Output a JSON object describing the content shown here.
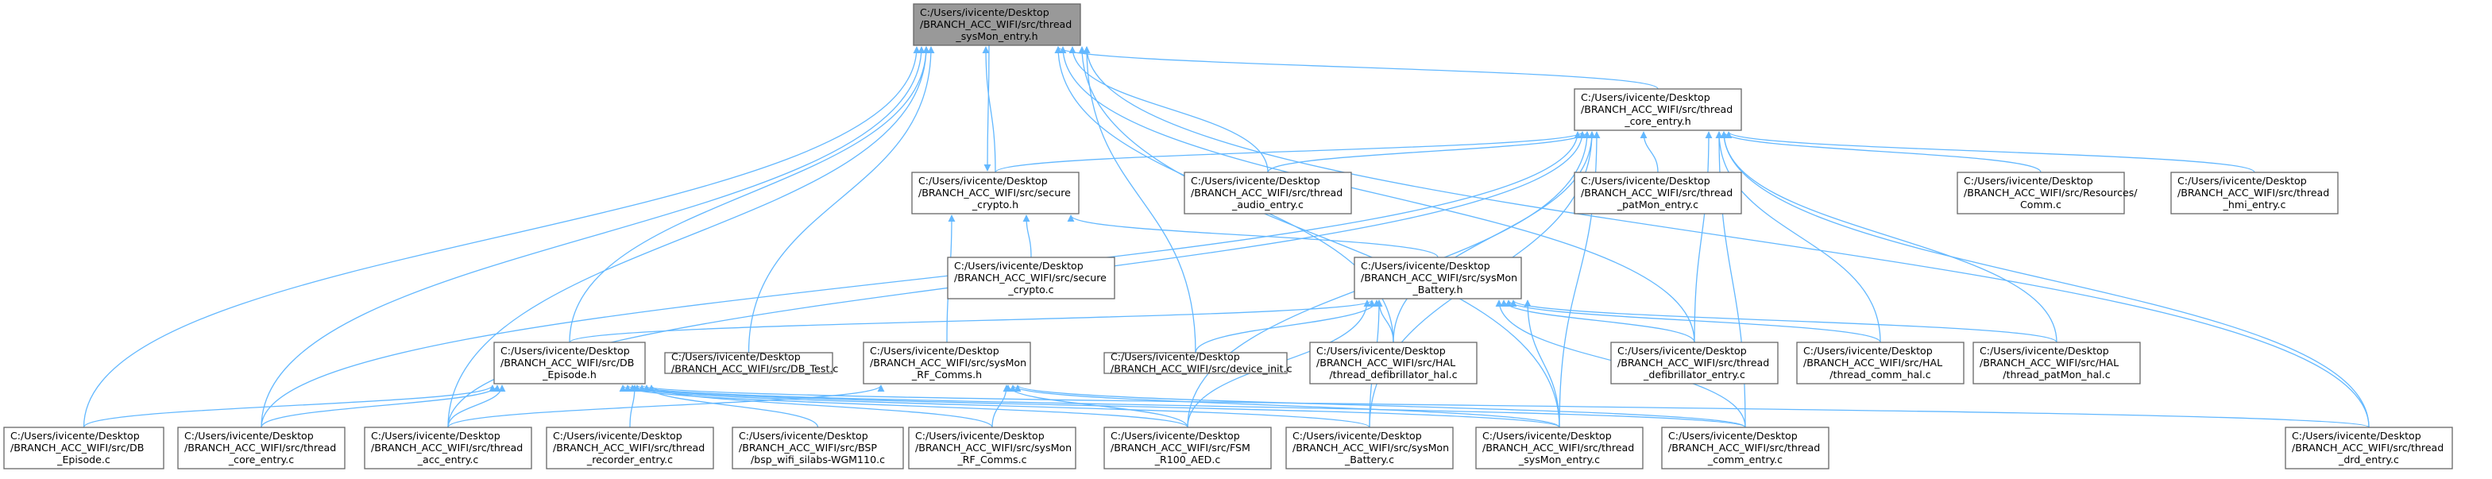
{
  "graph": {
    "focus_node": "sysmon_entry_h",
    "colors": {
      "edge": "#63b8ff",
      "node_border": "#666666",
      "focus_fill": "#999999",
      "node_fill": "#ffffff",
      "background": "#ffffff"
    },
    "nodes": [
      {
        "id": "sysmon_entry_h",
        "lines": [
          "C:/Users/ivicente/Desktop",
          "/BRANCH_ACC_WIFI/src/thread",
          "_sysMon_entry.h"
        ]
      },
      {
        "id": "core_entry_h",
        "lines": [
          "C:/Users/ivicente/Desktop",
          "/BRANCH_ACC_WIFI/src/thread",
          "_core_entry.h"
        ]
      },
      {
        "id": "secure_crypto_h",
        "lines": [
          "C:/Users/ivicente/Desktop",
          "/BRANCH_ACC_WIFI/src/secure",
          "_crypto.h"
        ]
      },
      {
        "id": "audio_entry_c",
        "lines": [
          "C:/Users/ivicente/Desktop",
          "/BRANCH_ACC_WIFI/src/thread",
          "_audio_entry.c"
        ]
      },
      {
        "id": "patmon_entry_c",
        "lines": [
          "C:/Users/ivicente/Desktop",
          "/BRANCH_ACC_WIFI/src/thread",
          "_patMon_entry.c"
        ]
      },
      {
        "id": "resources_comm_c",
        "lines": [
          "C:/Users/ivicente/Desktop",
          "/BRANCH_ACC_WIFI/src/Resources/",
          "Comm.c"
        ]
      },
      {
        "id": "hmi_entry_c",
        "lines": [
          "C:/Users/ivicente/Desktop",
          "/BRANCH_ACC_WIFI/src/thread",
          "_hmi_entry.c"
        ]
      },
      {
        "id": "secure_crypto_c",
        "lines": [
          "C:/Users/ivicente/Desktop",
          "/BRANCH_ACC_WIFI/src/secure",
          "_crypto.c"
        ]
      },
      {
        "id": "sysmon_battery_h",
        "lines": [
          "C:/Users/ivicente/Desktop",
          "/BRANCH_ACC_WIFI/src/sysMon",
          "_Battery.h"
        ]
      },
      {
        "id": "db_episode_h",
        "lines": [
          "C:/Users/ivicente/Desktop",
          "/BRANCH_ACC_WIFI/src/DB",
          "_Episode.h"
        ]
      },
      {
        "id": "db_test_c",
        "lines": [
          "C:/Users/ivicente/Desktop",
          "/BRANCH_ACC_WIFI/src/DB_Test.c"
        ]
      },
      {
        "id": "sysmon_rf_comms_h",
        "lines": [
          "C:/Users/ivicente/Desktop",
          "/BRANCH_ACC_WIFI/src/sysMon",
          "_RF_Comms.h"
        ]
      },
      {
        "id": "device_init_c",
        "lines": [
          "C:/Users/ivicente/Desktop",
          "/BRANCH_ACC_WIFI/src/device_init.c"
        ]
      },
      {
        "id": "hal_defib_c",
        "lines": [
          "C:/Users/ivicente/Desktop",
          "/BRANCH_ACC_WIFI/src/HAL",
          "/thread_defibrillator_hal.c"
        ]
      },
      {
        "id": "defib_entry_c",
        "lines": [
          "C:/Users/ivicente/Desktop",
          "/BRANCH_ACC_WIFI/src/thread",
          "_defibrillator_entry.c"
        ]
      },
      {
        "id": "hal_comm_c",
        "lines": [
          "C:/Users/ivicente/Desktop",
          "/BRANCH_ACC_WIFI/src/HAL",
          "/thread_comm_hal.c"
        ]
      },
      {
        "id": "hal_patmon_c",
        "lines": [
          "C:/Users/ivicente/Desktop",
          "/BRANCH_ACC_WIFI/src/HAL",
          "/thread_patMon_hal.c"
        ]
      },
      {
        "id": "db_episode_c",
        "lines": [
          "C:/Users/ivicente/Desktop",
          "/BRANCH_ACC_WIFI/src/DB",
          "_Episode.c"
        ]
      },
      {
        "id": "core_entry_c",
        "lines": [
          "C:/Users/ivicente/Desktop",
          "/BRANCH_ACC_WIFI/src/thread",
          "_core_entry.c"
        ]
      },
      {
        "id": "acc_entry_c",
        "lines": [
          "C:/Users/ivicente/Desktop",
          "/BRANCH_ACC_WIFI/src/thread",
          "_acc_entry.c"
        ]
      },
      {
        "id": "recorder_entry_c",
        "lines": [
          "C:/Users/ivicente/Desktop",
          "/BRANCH_ACC_WIFI/src/thread",
          "_recorder_entry.c"
        ]
      },
      {
        "id": "bsp_wifi_c",
        "lines": [
          "C:/Users/ivicente/Desktop",
          "/BRANCH_ACC_WIFI/src/BSP",
          "/bsp_wifi_silabs-WGM110.c"
        ]
      },
      {
        "id": "sysmon_rf_comms_c",
        "lines": [
          "C:/Users/ivicente/Desktop",
          "/BRANCH_ACC_WIFI/src/sysMon",
          "_RF_Comms.c"
        ]
      },
      {
        "id": "fsm_r100_aed_c",
        "lines": [
          "C:/Users/ivicente/Desktop",
          "/BRANCH_ACC_WIFI/src/FSM",
          "_R100_AED.c"
        ]
      },
      {
        "id": "sysmon_battery_c",
        "lines": [
          "C:/Users/ivicente/Desktop",
          "/BRANCH_ACC_WIFI/src/sysMon",
          "_Battery.c"
        ]
      },
      {
        "id": "sysmon_entry_c",
        "lines": [
          "C:/Users/ivicente/Desktop",
          "/BRANCH_ACC_WIFI/src/thread",
          "_sysMon_entry.c"
        ]
      },
      {
        "id": "comm_entry_c",
        "lines": [
          "C:/Users/ivicente/Desktop",
          "/BRANCH_ACC_WIFI/src/thread",
          "_comm_entry.c"
        ]
      },
      {
        "id": "drd_entry_c",
        "lines": [
          "C:/Users/ivicente/Desktop",
          "/BRANCH_ACC_WIFI/src/thread",
          "_drd_entry.c"
        ]
      }
    ],
    "edges": [
      [
        "core_entry_h",
        "sysmon_entry_h"
      ],
      [
        "secure_crypto_h",
        "sysmon_entry_h"
      ],
      [
        "sysmon_entry_h",
        "secure_crypto_h"
      ],
      [
        "audio_entry_c",
        "sysmon_entry_h"
      ],
      [
        "db_episode_h",
        "sysmon_entry_h"
      ],
      [
        "db_test_c",
        "sysmon_entry_h"
      ],
      [
        "device_init_c",
        "sysmon_entry_h"
      ],
      [
        "hal_defib_c",
        "sysmon_entry_h"
      ],
      [
        "defib_entry_c",
        "sysmon_entry_h"
      ],
      [
        "db_episode_c",
        "sysmon_entry_h"
      ],
      [
        "core_entry_c",
        "sysmon_entry_h"
      ],
      [
        "acc_entry_c",
        "sysmon_entry_h"
      ],
      [
        "sysmon_entry_c",
        "sysmon_entry_h"
      ],
      [
        "drd_entry_c",
        "sysmon_entry_h"
      ],
      [
        "patmon_entry_c",
        "core_entry_h"
      ],
      [
        "resources_comm_c",
        "core_entry_h"
      ],
      [
        "hmi_entry_c",
        "core_entry_h"
      ],
      [
        "secure_crypto_h",
        "core_entry_h"
      ],
      [
        "audio_entry_c",
        "core_entry_h"
      ],
      [
        "hal_defib_c",
        "core_entry_h"
      ],
      [
        "defib_entry_c",
        "core_entry_h"
      ],
      [
        "hal_comm_c",
        "core_entry_h"
      ],
      [
        "hal_patmon_c",
        "core_entry_h"
      ],
      [
        "core_entry_c",
        "core_entry_h"
      ],
      [
        "acc_entry_c",
        "core_entry_h"
      ],
      [
        "fsm_r100_aed_c",
        "core_entry_h"
      ],
      [
        "sysmon_battery_c",
        "core_entry_h"
      ],
      [
        "sysmon_entry_c",
        "core_entry_h"
      ],
      [
        "comm_entry_c",
        "core_entry_h"
      ],
      [
        "drd_entry_c",
        "core_entry_h"
      ],
      [
        "secure_crypto_c",
        "secure_crypto_h"
      ],
      [
        "sysmon_battery_h",
        "secure_crypto_h"
      ],
      [
        "sysmon_rf_comms_h",
        "secure_crypto_h"
      ],
      [
        "db_episode_h",
        "sysmon_battery_h"
      ],
      [
        "device_init_c",
        "sysmon_battery_h"
      ],
      [
        "hal_defib_c",
        "sysmon_battery_h"
      ],
      [
        "defib_entry_c",
        "sysmon_battery_h"
      ],
      [
        "hal_comm_c",
        "sysmon_battery_h"
      ],
      [
        "hal_patmon_c",
        "sysmon_battery_h"
      ],
      [
        "fsm_r100_aed_c",
        "sysmon_battery_h"
      ],
      [
        "sysmon_battery_c",
        "sysmon_battery_h"
      ],
      [
        "sysmon_entry_c",
        "sysmon_battery_h"
      ],
      [
        "comm_entry_c",
        "sysmon_battery_h"
      ],
      [
        "db_episode_c",
        "db_episode_h"
      ],
      [
        "core_entry_c",
        "db_episode_h"
      ],
      [
        "acc_entry_c",
        "db_episode_h"
      ],
      [
        "recorder_entry_c",
        "db_episode_h"
      ],
      [
        "bsp_wifi_c",
        "db_episode_h"
      ],
      [
        "sysmon_rf_comms_c",
        "db_episode_h"
      ],
      [
        "fsm_r100_aed_c",
        "db_episode_h"
      ],
      [
        "sysmon_battery_c",
        "db_episode_h"
      ],
      [
        "sysmon_entry_c",
        "db_episode_h"
      ],
      [
        "comm_entry_c",
        "db_episode_h"
      ],
      [
        "drd_entry_c",
        "db_episode_h"
      ],
      [
        "acc_entry_c",
        "sysmon_rf_comms_h"
      ],
      [
        "sysmon_rf_comms_c",
        "sysmon_rf_comms_h"
      ],
      [
        "fsm_r100_aed_c",
        "sysmon_rf_comms_h"
      ],
      [
        "sysmon_entry_c",
        "sysmon_rf_comms_h"
      ],
      [
        "comm_entry_c",
        "sysmon_rf_comms_h"
      ]
    ]
  }
}
